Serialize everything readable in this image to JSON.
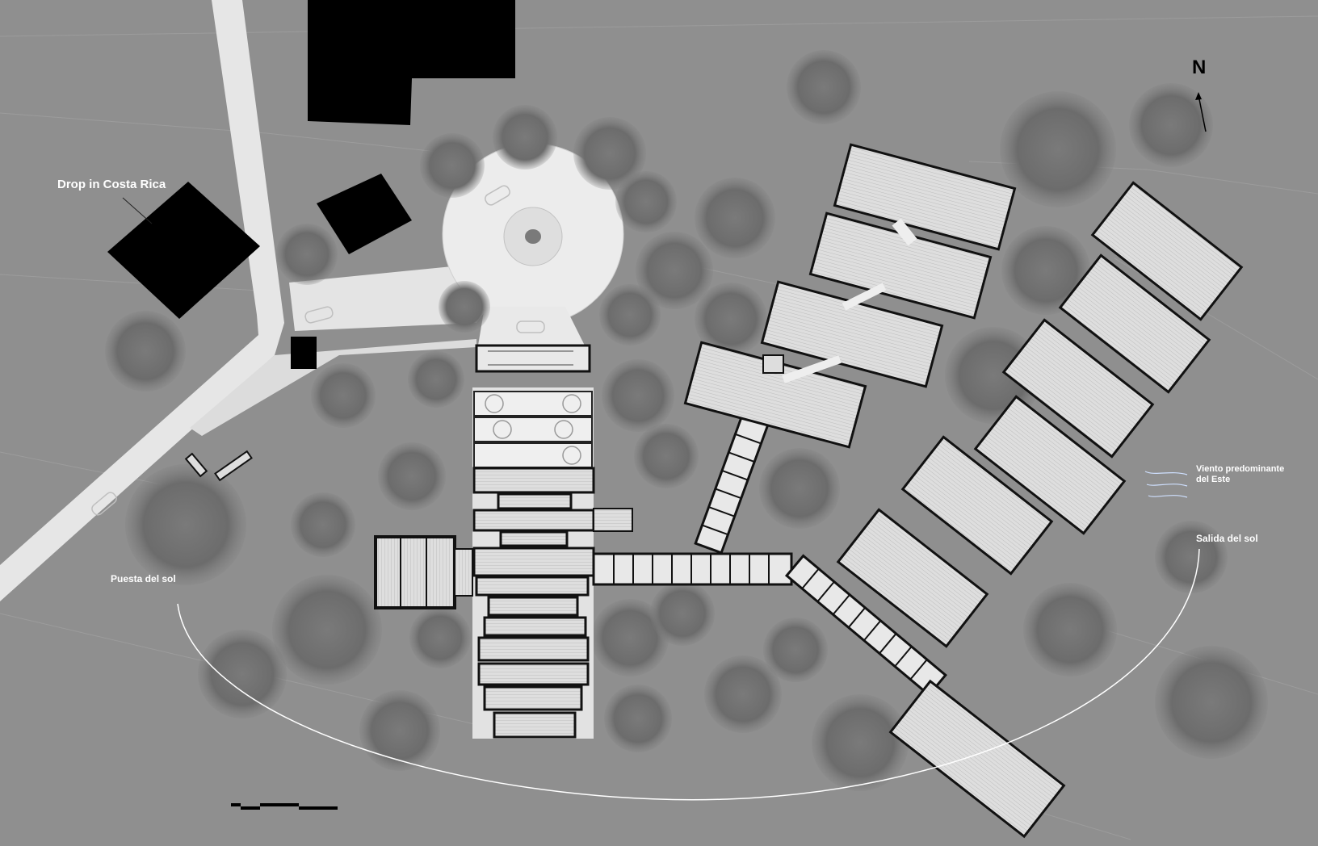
{
  "labels": {
    "north": "N",
    "drop": "Drop in Costa Rica",
    "sunset": "Puesta del sol",
    "sunrise": "Salida del sol",
    "wind_line1": "Viento predominante",
    "wind_line2": "del Este"
  },
  "colors": {
    "ground": "#8f8f8f",
    "road": "#e6e6e6",
    "building_dark": "#000000",
    "tree": "#6f6f6f",
    "roof_light": "#dcdcdc",
    "outline": "#111111",
    "annotation": "#ffffff"
  },
  "icons": {
    "north_arrow": "north-arrow-icon",
    "wind_arrows": "wind-arrow-icon",
    "scale_bar": "scale-bar-icon"
  }
}
